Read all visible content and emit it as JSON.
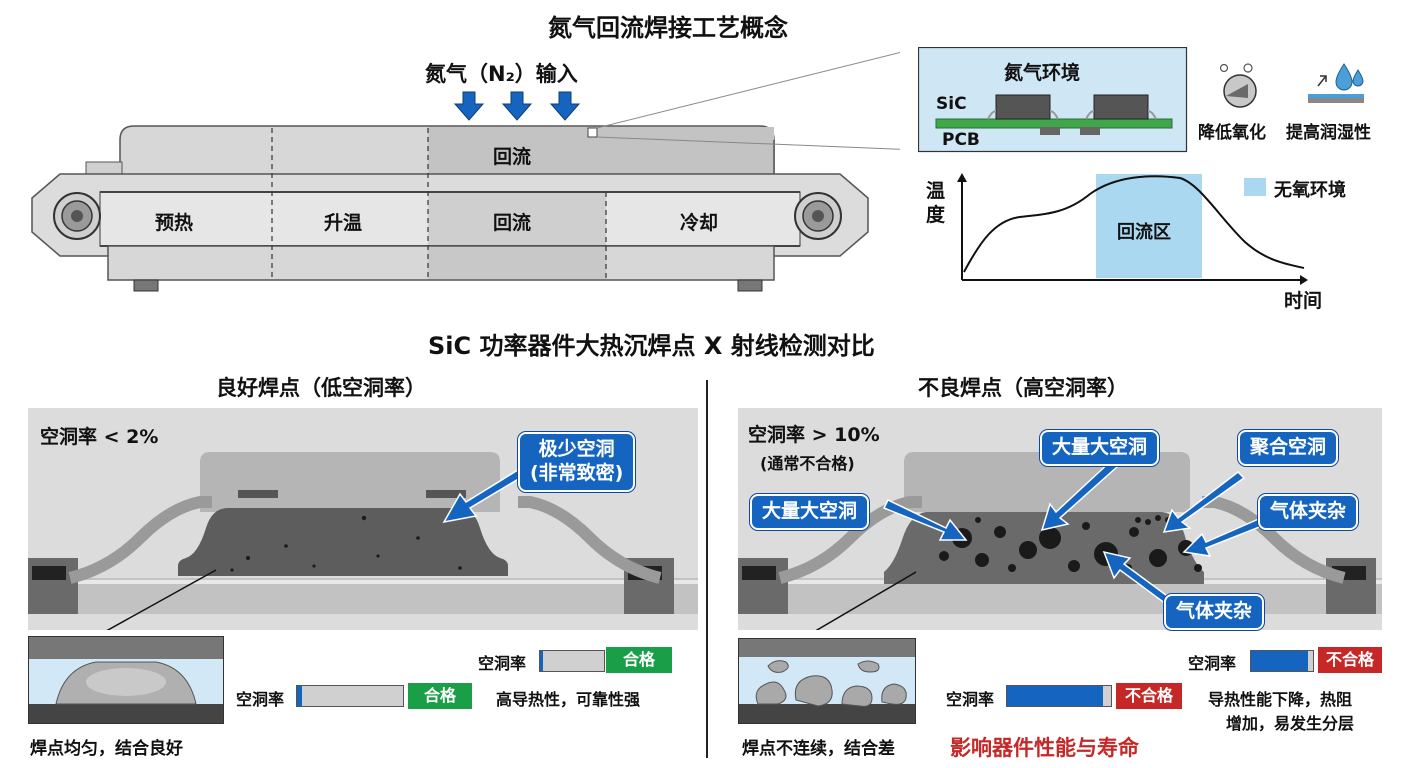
{
  "main_title": "氮气回流焊接工艺概念",
  "nitrogen_input": "氮气（N₂）输入",
  "oven": {
    "top_zone": "回流",
    "zones": [
      "预热",
      "升温",
      "回流",
      "冷却"
    ]
  },
  "inset": {
    "title": "氮气环境",
    "sic": "SiC",
    "pcb": "PCB",
    "benefit_1": "降低氧化",
    "benefit_2": "提高润湿性"
  },
  "profile_chart": {
    "y_label_1": "温",
    "y_label_2": "度",
    "x_label": "时间",
    "region_label": "回流区",
    "legend": "无氧环境"
  },
  "section_title": "SiC 功率器件大热沉焊点 X 射线检测对比",
  "good": {
    "heading": "良好焊点（低空洞率）",
    "void_rate": "空洞率 < 2%",
    "callout_1": "极少空洞",
    "callout_2": "(非常致密)",
    "bar_label_top": "空洞率",
    "badge_top": "合格",
    "bar_label_bottom": "空洞率",
    "badge_bottom": "合格",
    "desc": "高导热性，可靠性强",
    "detail_caption": "焊点均匀，结合良好",
    "fill_fraction": 0.05
  },
  "bad": {
    "heading": "不良焊点（高空洞率）",
    "void_rate": "空洞率 > 10%",
    "void_note": "(通常不合格)",
    "callout_left": "大量大空洞",
    "callout_center": "大量大空洞",
    "callout_merge": "聚合空洞",
    "callout_gas_right": "气体夹杂",
    "callout_gas_bottom": "气体夹杂",
    "bar_label_top": "空洞率",
    "badge_top": "不合格",
    "bar_label_bottom": "空洞率",
    "badge_bottom": "不合格",
    "desc_1": "导热性能下降，热阻",
    "desc_2": "增加，易发生分层",
    "detail_caption": "焊点不连续，结合差",
    "impact": "影响器件性能与寿命",
    "fill_fraction": 0.92
  },
  "colors": {
    "accent_blue": "#1565c0",
    "pass_green": "#1a9e48",
    "fail_red": "#c62828",
    "oxygen_free": "#aad8f0"
  }
}
